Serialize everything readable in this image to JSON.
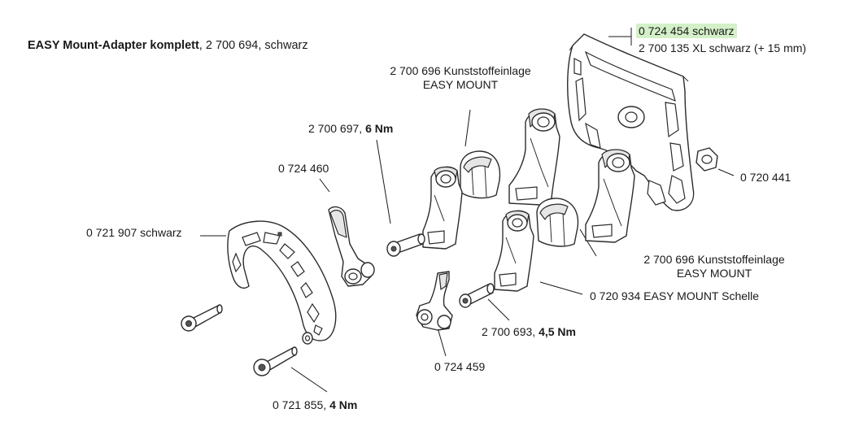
{
  "title": {
    "name": "EASY Mount-Adapter komplett",
    "rest": ", 2 700 694, schwarz"
  },
  "labels": {
    "plate_top_1": "0 724 454 schwarz",
    "plate_top_2": "2 700 135 XL schwarz (+ 15 mm)",
    "insert_top_1": "2 700 696 Kunststoffeinlage",
    "insert_top_2": "EASY MOUNT",
    "screw_6nm_num": "2 700 697,",
    "screw_6nm_torque": "6 Nm",
    "lever_top": "0 724 460",
    "nut_right": "0 720 441",
    "plate_left": "0 721 907 schwarz",
    "insert_right_1": "2 700 696 Kunststoffeinlage",
    "insert_right_2": "EASY MOUNT",
    "clamp_right": "0 720 934 EASY MOUNT Schelle",
    "screw_45nm_num": "2 700 693,",
    "screw_45nm_torque": "4,5 Nm",
    "lever_bottom": "0 724 459",
    "screw_4nm_num": "0 721 855,",
    "screw_4nm_torque": "4 Nm"
  },
  "colors": {
    "highlight": "#d4f0c8",
    "text": "#1a1a1a",
    "line": "#2b2b2b"
  }
}
